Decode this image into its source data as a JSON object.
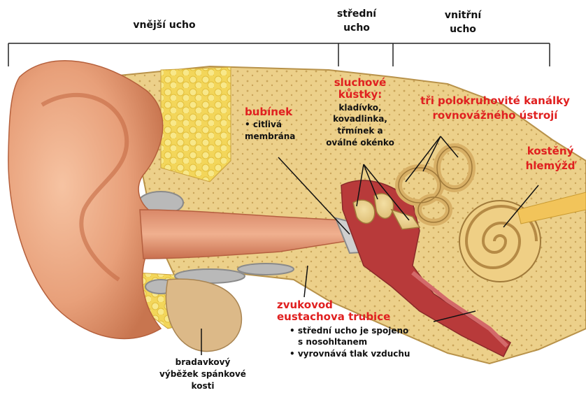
{
  "sections": {
    "outer": "vnější ucho",
    "middle_1": "střední",
    "middle_2": "ucho",
    "inner_1": "vnitřní",
    "inner_2": "ucho"
  },
  "labels": {
    "eardrum": {
      "title": "bubínek",
      "desc_1": "• citlivá",
      "desc_2": "membrána"
    },
    "ossicles": {
      "title_1": "sluchové",
      "title_2": "kůstky:",
      "desc_1": "kladívko,",
      "desc_2": "kovadlinka,",
      "desc_3": "třmínek a",
      "desc_4": "oválné okénko"
    },
    "canals": {
      "title_1": "tři polokruhovité kanálky",
      "title_2": "rovnovážného ústrojí"
    },
    "cochlea": {
      "title_1": "kostěný",
      "title_2": "hlemýžď"
    },
    "ear_canal": {
      "title": "zvukovod"
    },
    "eustachian": {
      "title": "eustachova trubice",
      "desc_1": "• střední ucho je spojeno",
      "desc_2": "s nosohltanem",
      "desc_3": "• vyrovnává tlak vzduchu"
    },
    "mastoid": {
      "desc_1": "bradavkový",
      "desc_2": "výběžek spánkové",
      "desc_3": "kosti"
    }
  },
  "colors": {
    "label_red": "#e02020",
    "skin": "#e9a27a",
    "bone": "#ecd08a",
    "fat": "#f4e060",
    "cavity": "#b83a3a"
  }
}
